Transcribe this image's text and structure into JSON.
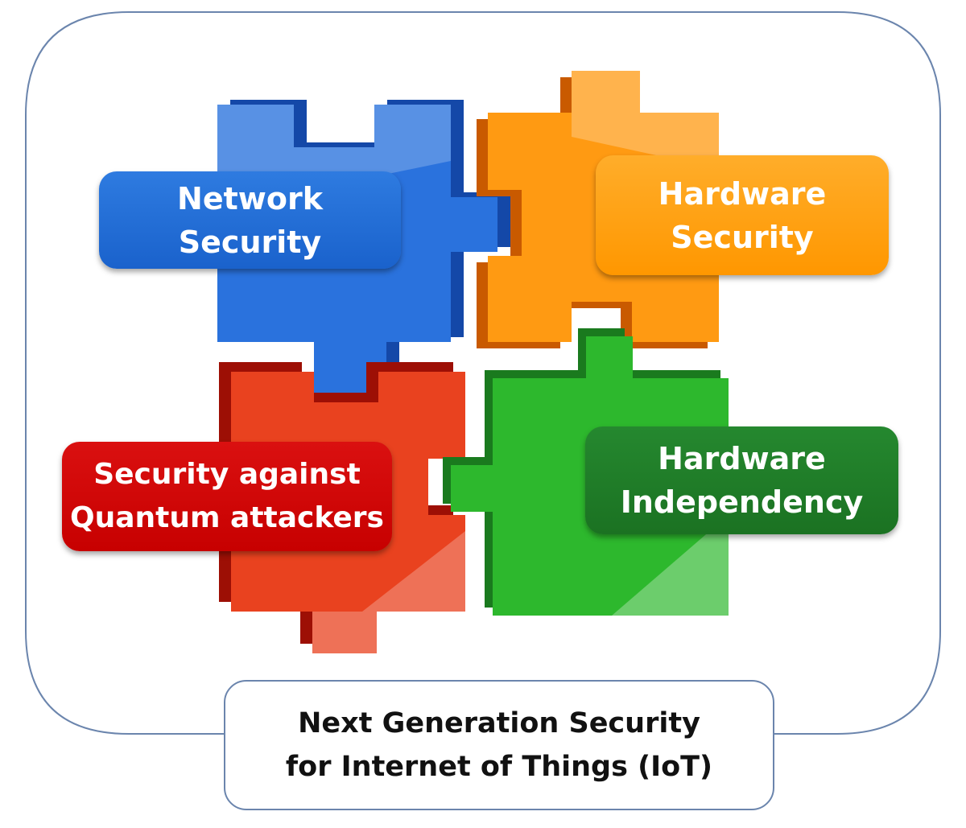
{
  "pieces": {
    "network": {
      "color": "#2a72dd",
      "dark": "#1448a8"
    },
    "hardware": {
      "color": "#ff9a12",
      "dark": "#c95a00"
    },
    "quantum": {
      "color": "#e9421f",
      "dark": "#9d0f05"
    },
    "indep": {
      "color": "#2db82d",
      "dark": "#1a7a1e"
    }
  },
  "labels": {
    "network": {
      "line1": "Network",
      "line2": "Security"
    },
    "hardware": {
      "line1": "Hardware",
      "line2": "Security"
    },
    "quantum": {
      "line1": "Security against",
      "line2": "Quantum attackers"
    },
    "indep": {
      "line1": "Hardware",
      "line2": "Independency"
    }
  },
  "caption": {
    "line1": "Next Generation Security",
    "line2": "for Internet of Things (IoT)"
  },
  "frame_color": "#6b85ad"
}
